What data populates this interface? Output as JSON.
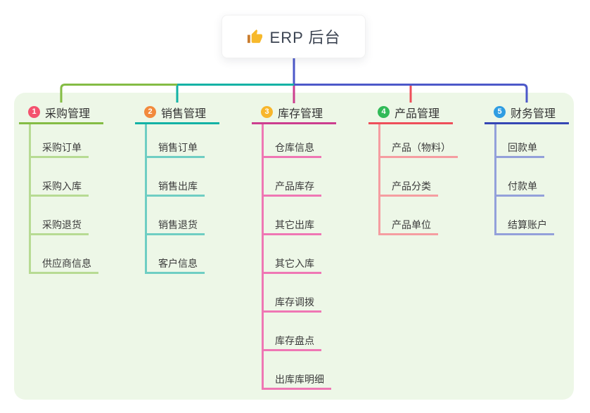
{
  "root": {
    "title": "ERP 后台",
    "icon": "thumbs-up-icon",
    "card_color": "#ffffff",
    "text_color": "#3b4351",
    "icon_colors": {
      "hand": "#f7b92c",
      "cuff": "#ca7d2f"
    }
  },
  "canvas": {
    "background": "#ffffff",
    "panel_color": "#edf7e7"
  },
  "connector": {
    "root_line_color": "#4c58c9",
    "rail_left_color": "#84bc44",
    "rail_mid_color": "#13b2a5",
    "rail_right_color": "#4c58c9"
  },
  "branches": [
    {
      "number": "1",
      "title": "采购管理",
      "badge_color": "#f4526e",
      "color": "#84bc44",
      "child_color": "#b7db93",
      "drop_color": "#84bc44",
      "children": [
        "采购订单",
        "采购入库",
        "采购退货",
        "供应商信息"
      ]
    },
    {
      "number": "2",
      "title": "销售管理",
      "badge_color": "#f28a3d",
      "color": "#13b2a5",
      "child_color": "#6fcec3",
      "drop_color": "#13b2a5",
      "children": [
        "销售订单",
        "销售出库",
        "销售退货",
        "客户信息"
      ]
    },
    {
      "number": "3",
      "title": "库存管理",
      "badge_color": "#f8b62b",
      "color": "#cc3e8f",
      "child_color": "#ef77b4",
      "drop_color": "#cc3e8f",
      "children": [
        "仓库信息",
        "产品库存",
        "其它出库",
        "其它入库",
        "库存调拨",
        "库存盘点",
        "出库库明细"
      ]
    },
    {
      "number": "4",
      "title": "产品管理",
      "badge_color": "#31ba58",
      "color": "#ee4f5a",
      "child_color": "#f59da1",
      "drop_color": "#ee4f5a",
      "children": [
        "产品（物料）",
        "产品分类",
        "产品单位"
      ]
    },
    {
      "number": "5",
      "title": "财务管理",
      "badge_color": "#2f9de2",
      "color": "#3546b4",
      "child_color": "#93a0da",
      "drop_color": "#4c58c9",
      "children": [
        "回款单",
        "付款单",
        "结算账户"
      ]
    }
  ]
}
